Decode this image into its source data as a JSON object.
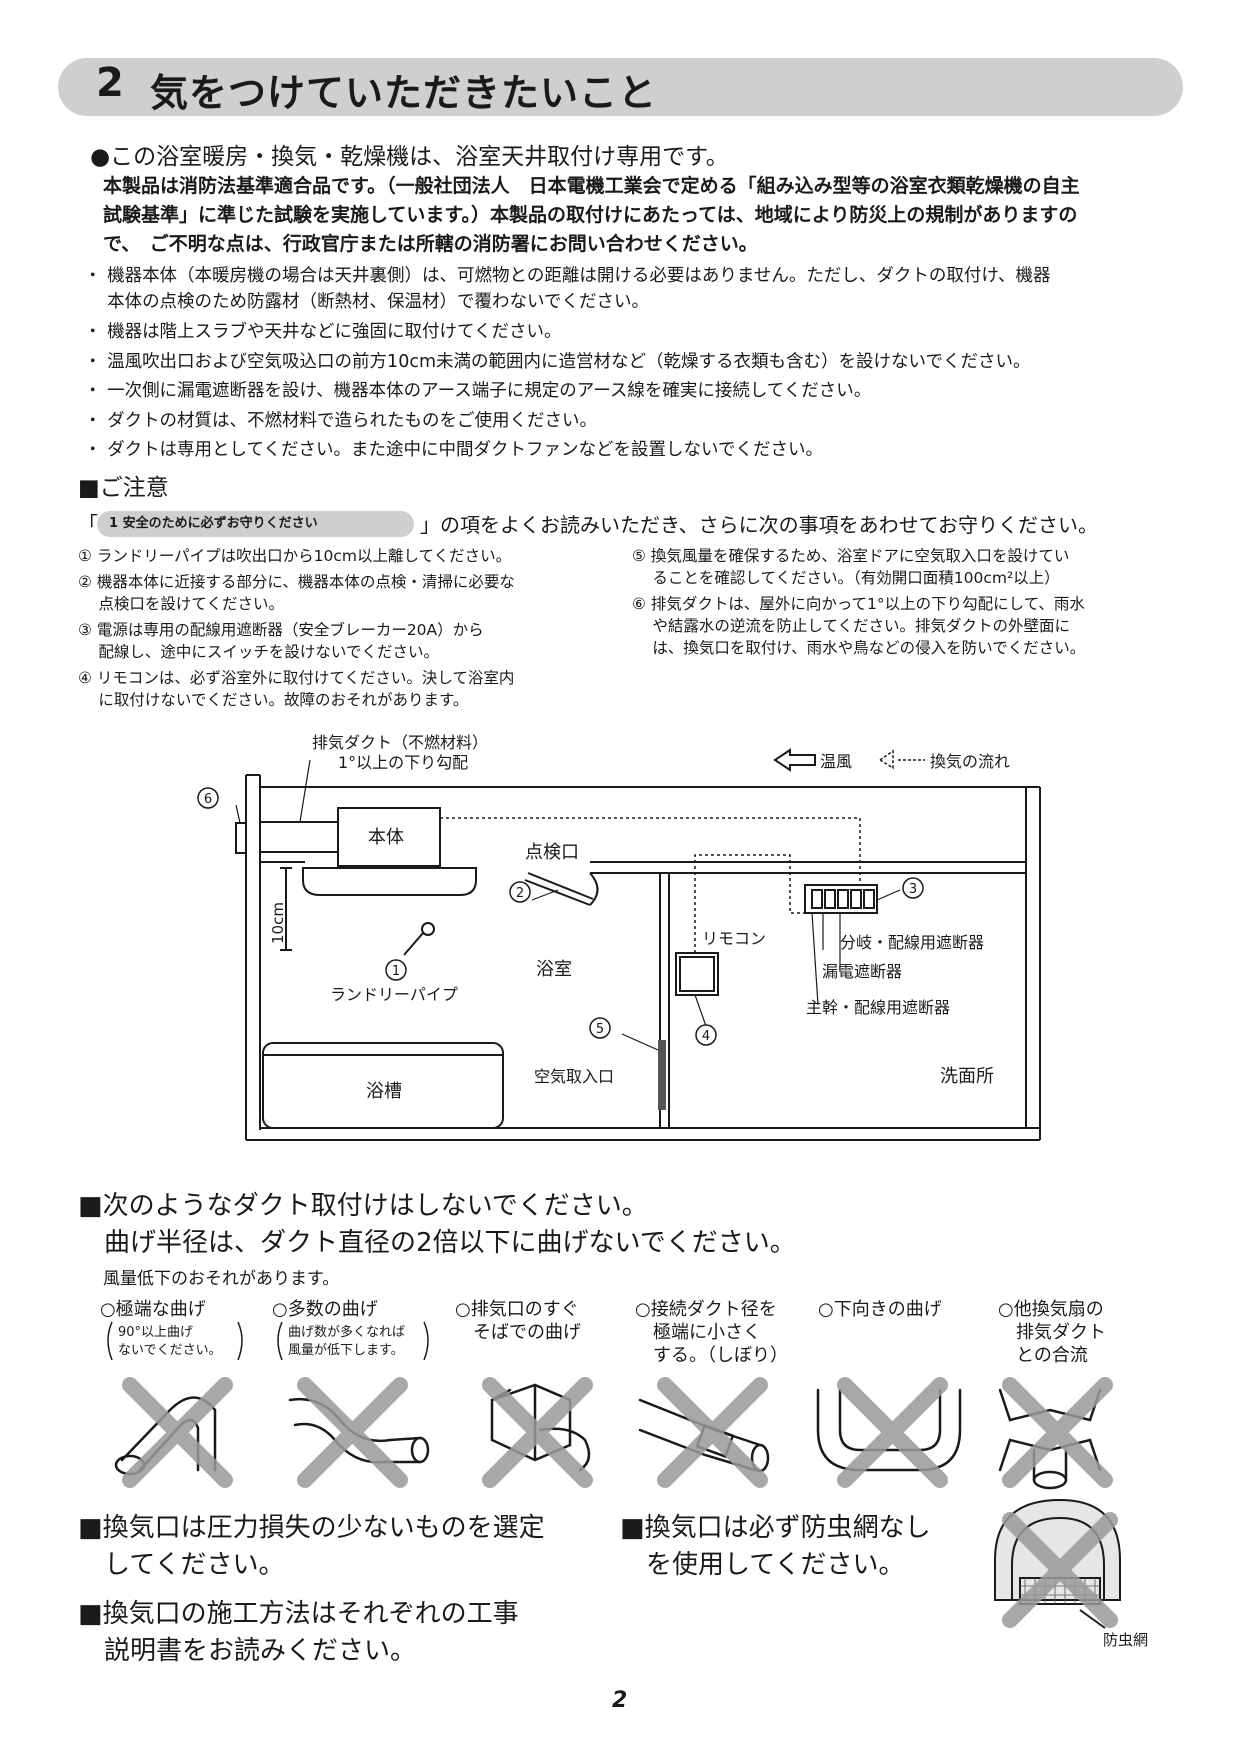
{
  "header": {
    "number": "2",
    "title": "気をつけていただきたいこと"
  },
  "intro": {
    "heading": "●この浴室暖房・換気・乾燥機は、浴室天井取付け専用です。",
    "lines": [
      "本製品は消防法基準適合品です。（一般社団法人　日本電機工業会で定める「組み込み型等の浴室衣類乾燥機の自主",
      "試験基準」に準じた試験を実施しています。）本製品の取付けにあたっては、地域により防災上の規制がありますの",
      "で、　ご不明な点は、行政官庁または所轄の消防署にお問い合わせください。"
    ]
  },
  "bullets": [
    "・ 機器本体（本暖房機の場合は天井裏側）は、可燃物との距離は開ける必要はありません。ただし、ダクトの取付け、機器",
    "　 本体の点検のため防露材（断熱材、保温材）で覆わないでください。",
    "・ 機器は階上スラブや天井などに強固に取付けてください。",
    "・ 温風吹出口および空気吸込口の前方10cm未満の範囲内に造営材など（乾燥する衣類も含む）を設けないでください。",
    "・ 一次側に漏電遮断器を設け、機器本体のアース端子に規定のアース線を確実に接続してください。",
    "・ ダクトの材質は、不燃材料で造られたものをご使用ください。",
    "・ ダクトは専用としてください。また途中に中間ダクトファンなどを設置しないでください。"
  ],
  "caution": {
    "heading": "■ご注意",
    "ref_open": "「",
    "ref_pill": "1  安全のために必ずお守りください",
    "ref_close": "」の項をよくお読みいただき、さらに次の事項をあわせてお守りください。",
    "left": [
      "① ランドリーパイプは吹出口から10cm以上離してください。",
      "② 機器本体に近接する部分に、機器本体の点検・清掃に必要な",
      "　 点検口を設けてください。",
      "③ 電源は専用の配線用遮断器（安全ブレーカー20A）から",
      "　 配線し、途中にスイッチを設けないでください。",
      "④ リモコンは、必ず浴室外に取付けてください。決して浴室内",
      "　 に取付けないでください。故障のおそれがあります。"
    ],
    "right": [
      "⑤ 換気風量を確保するため、浴室ドアに空気取入口を設けてい",
      "　 ることを確認してください。（有効開口面積100cm²以上）",
      "⑥ 排気ダクトは、屋外に向かって1°以上の下り勾配にして、雨水",
      "　 や結露水の逆流を防止してください。排気ダクトの外壁面に",
      "　 は、換気口を取付け、雨水や鳥などの侵入を防いでください。"
    ]
  },
  "diagram": {
    "duct_label_1": "排気ダクト（不燃材料）",
    "duct_label_2": "1°以上の下り勾配",
    "legend_warm": "温風",
    "legend_vent": "換気の流れ",
    "main_unit": "本体",
    "inspection": "点検口",
    "remote": "リモコン",
    "bathroom": "浴室",
    "laundry_pipe": "ランドリーパイプ",
    "ten_cm": "10cm",
    "branch_breaker": "分岐・配線用遮断器",
    "leak_breaker": "漏電遮断器",
    "main_breaker": "主幹・配線用遮断器",
    "air_inlet": "空気取入口",
    "bathtub": "浴槽",
    "washroom": "洗面所",
    "n1": "1",
    "n2": "2",
    "n3": "3",
    "n4": "4",
    "n5": "5",
    "n6": "6"
  },
  "duct_section": {
    "heading1": "■次のようなダクト取付けはしないでください。",
    "heading2": "　曲げ半径は、ダクト直径の2倍以下に曲げないでください。",
    "note": "風量低下のおそれがあります。",
    "items": [
      {
        "l1": "○極端な曲げ",
        "l2": "",
        "l3": "",
        "n1": "90°以上曲げ",
        "n2": "ないでください。"
      },
      {
        "l1": "○多数の曲げ",
        "l2": "",
        "l3": "",
        "n1": "曲げ数が多くなれば",
        "n2": "風量が低下します。"
      },
      {
        "l1": "○排気口のすぐ",
        "l2": "　そばでの曲げ",
        "l3": "",
        "n1": "",
        "n2": ""
      },
      {
        "l1": "○接続ダクト径を",
        "l2": "　極端に小さく",
        "l3": "　する。（しぼり）",
        "n1": "",
        "n2": ""
      },
      {
        "l1": "○下向きの曲げ",
        "l2": "",
        "l3": "",
        "n1": "",
        "n2": ""
      },
      {
        "l1": "○他換気扇の",
        "l2": "　排気ダクト",
        "l3": "　との合流",
        "n1": "",
        "n2": ""
      }
    ]
  },
  "bottom": {
    "vent1_l1": "■換気口は圧力損失の少ないものを選定",
    "vent1_l2": "　してください。",
    "vent2_l1": "■換気口の施工方法はそれぞれの工事",
    "vent2_l2": "　説明書をお読みください。",
    "net_l1": "■換気口は必ず防虫網なし",
    "net_l2": "　を使用してください。",
    "net_label": "防虫網"
  },
  "page_number": "2"
}
